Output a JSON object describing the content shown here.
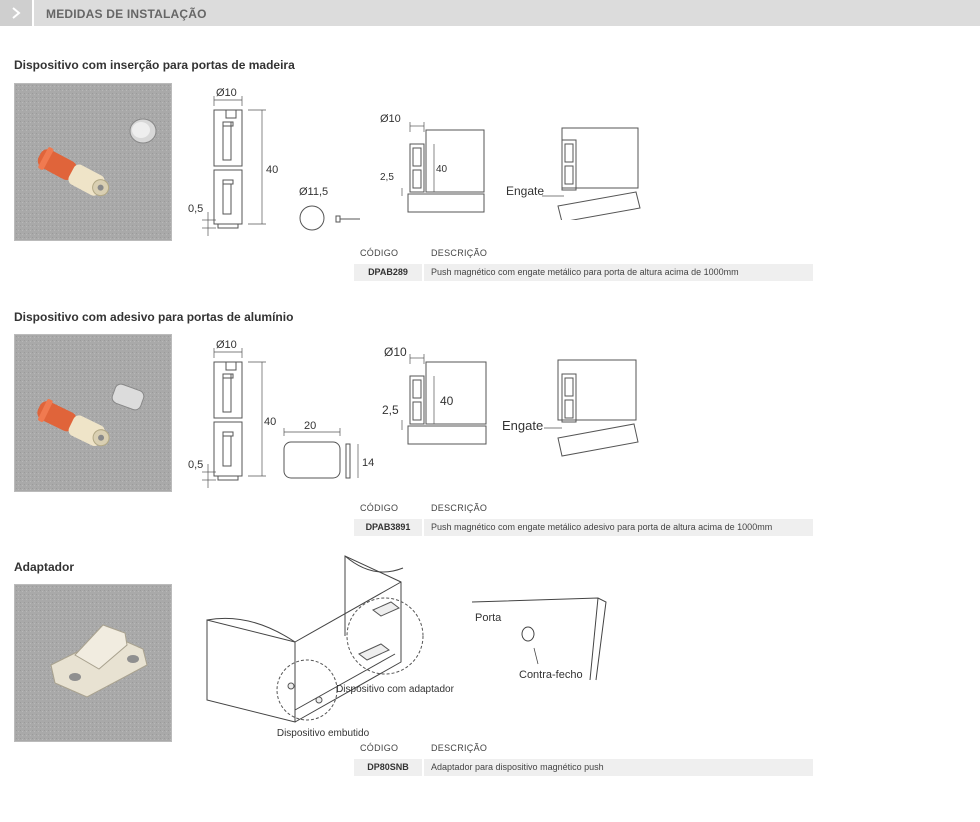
{
  "header": {
    "title": "MEDIDAS DE INSTALAÇÃO",
    "arrow_icon": "chevron-right-icon"
  },
  "sections": [
    {
      "title": "Dispositivo com inserção para portas de madeira",
      "dims": {
        "diameter": "Ø10",
        "height": "40",
        "gap": "0,5",
        "cap_diameter": "Ø11,5"
      },
      "install": {
        "diameter": "Ø10",
        "offset": "2,5",
        "height": "40",
        "catch_label": "Engate"
      },
      "table": {
        "code_header": "CÓDIGO",
        "desc_header": "DESCRIÇÃO",
        "code": "DPAB289",
        "description": "Push magnético com engate metálico para porta de altura acima de 1000mm"
      }
    },
    {
      "title": "Dispositivo com adesivo para portas de alumínio",
      "dims": {
        "diameter": "Ø10",
        "height": "40",
        "gap": "0,5",
        "plate_width": "20",
        "plate_height": "14"
      },
      "install": {
        "diameter": "Ø10",
        "offset": "2,5",
        "height": "40",
        "catch_label": "Engate"
      },
      "table": {
        "code_header": "CÓDIGO",
        "desc_header": "DESCRIÇÃO",
        "code": "DPAB3891",
        "description": "Push magnético com engate metálico adesivo para porta de altura acima de 1000mm"
      }
    },
    {
      "title": "Adaptador",
      "labels": {
        "device_adapter": "Dispositivo com adaptador",
        "device_builtin": "Dispositivo embutido",
        "door": "Porta",
        "strike": "Contra-fecho"
      },
      "table": {
        "code_header": "CÓDIGO",
        "desc_header": "DESCRIÇÃO",
        "code": "DP80SNB",
        "description": "Adaptador para dispositivo magnético push"
      }
    }
  ],
  "colors": {
    "header_bg": "#dcdcdc",
    "table_row_bg": "#efefef",
    "device_orange": "#e0643a",
    "device_cream": "#efe4c8"
  }
}
